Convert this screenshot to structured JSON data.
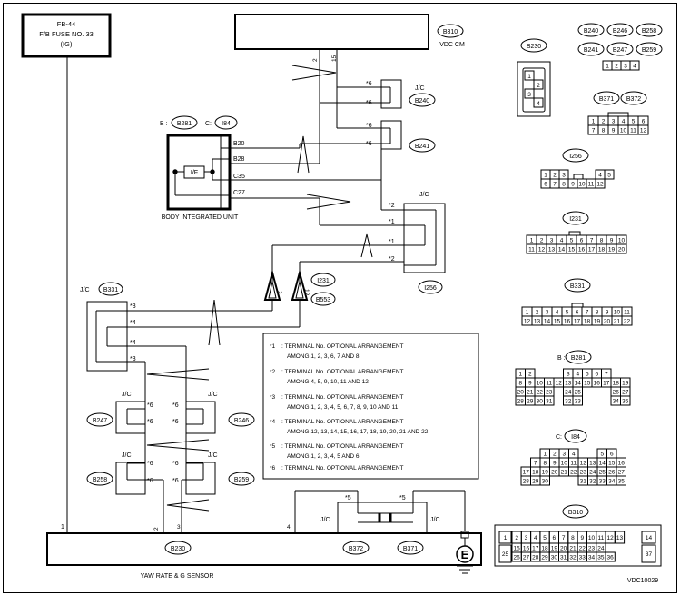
{
  "fuse_box": {
    "line1": "FB-44",
    "line2": "F/B FUSE NO. 33",
    "line3": "(IG)"
  },
  "vdc_cm": {
    "code": "B310",
    "label": "VDC CM",
    "pin_a": "2",
    "pin_b": "15"
  },
  "jc_b240": {
    "label": "J/C",
    "code": "B240",
    "mark": "*6"
  },
  "jc_b241": {
    "code": "B241",
    "mark": "*6"
  },
  "biu": {
    "code_b": "B281",
    "code_c": "I84",
    "prefix_b": "B :",
    "prefix_c": "C:",
    "label": "BODY INTEGRATED UNIT",
    "if_label": "I/F",
    "terminals": [
      "B20",
      "B28",
      "C35",
      "C27"
    ]
  },
  "jc_i256": {
    "label": "J/C",
    "code": "I256",
    "marks": [
      "*2",
      "*1",
      "*1",
      "*2"
    ]
  },
  "connectors_mid": {
    "i231": "I231",
    "b553": "B553",
    "pin2": "2",
    "pin12": "12"
  },
  "jc_b331": {
    "label": "J/C",
    "code": "B331",
    "marks": [
      "*3",
      "*4",
      "*4",
      "*3"
    ]
  },
  "jc_small": [
    {
      "label": "J/C",
      "code": "B247",
      "mark": "*6"
    },
    {
      "label": "J/C",
      "code": "B246",
      "mark": "*6"
    },
    {
      "label": "J/C",
      "code": "B258",
      "mark": "*6"
    },
    {
      "label": "J/C",
      "code": "B259",
      "mark": "*6"
    }
  ],
  "sensor": {
    "code": "B230",
    "label": "YAW RATE & G SENSOR",
    "pins": [
      "1",
      "2",
      "3",
      "4"
    ]
  },
  "jc_bottom": {
    "label": "J/C",
    "left_code": "B372",
    "right_code": "B371",
    "mark": "*5"
  },
  "ground": {
    "symbol": "E"
  },
  "legend": [
    {
      "mark": "*1",
      "lines": [
        ": TERMINAL No. OPTIONAL ARRANGEMENT",
        "AMONG 1, 2, 3, 6, 7 AND 8"
      ]
    },
    {
      "mark": "*2",
      "lines": [
        ": TERMINAL No. OPTIONAL ARRANGEMENT",
        "AMONG 4, 5, 9, 10, 11 AND 12"
      ]
    },
    {
      "mark": "*3",
      "lines": [
        ": TERMINAL No. OPTIONAL ARRANGEMENT",
        "AMONG 1, 2, 3, 4, 5, 6, 7, 8, 9, 10 AND 11"
      ]
    },
    {
      "mark": "*4",
      "lines": [
        ": TERMINAL No. OPTIONAL ARRANGEMENT",
        "AMONG 12, 13, 14, 15, 16, 17, 18, 19, 20, 21 AND 22"
      ]
    },
    {
      "mark": "*5",
      "lines": [
        ": TERMINAL No. OPTIONAL ARRANGEMENT",
        "AMONG 1, 2, 3, 4, 5 AND 6"
      ]
    },
    {
      "mark": "*6",
      "lines": [
        ": TERMINAL No. OPTIONAL ARRANGEMENT"
      ]
    }
  ],
  "side_connectors": {
    "b230": {
      "code": "B230",
      "pins": [
        "1",
        "2",
        "3",
        "4"
      ]
    },
    "b240_group": {
      "codes": [
        "B240",
        "B246",
        "B258",
        "B241",
        "B247",
        "B259"
      ],
      "pins": [
        "1",
        "2",
        "3",
        "4"
      ]
    },
    "b371_group": {
      "codes": [
        "B371",
        "B372"
      ],
      "rows": [
        [
          "1",
          "2",
          "3",
          "4",
          "5",
          "6"
        ],
        [
          "7",
          "8",
          "9",
          "10",
          "11",
          "12"
        ]
      ]
    },
    "i256": {
      "code": "I256",
      "rows": [
        [
          "1",
          "2",
          "3",
          "4",
          "5"
        ],
        [
          "6",
          "7",
          "8",
          "9",
          "10",
          "11",
          "12"
        ]
      ]
    },
    "i231": {
      "code": "I231",
      "rows": [
        [
          "1",
          "2",
          "3",
          "4",
          "5",
          "6",
          "7",
          "8",
          "9",
          "10"
        ],
        [
          "11",
          "12",
          "13",
          "14",
          "15",
          "16",
          "17",
          "18",
          "19",
          "20"
        ]
      ]
    },
    "b331": {
      "code": "B331",
      "rows": [
        [
          "1",
          "2",
          "3",
          "4",
          "5",
          "6",
          "7",
          "8",
          "9",
          "10",
          "11"
        ],
        [
          "12",
          "13",
          "14",
          "15",
          "16",
          "17",
          "18",
          "19",
          "20",
          "21",
          "22"
        ]
      ]
    },
    "b281": {
      "prefix": "B :",
      "code": "B281",
      "rows": [
        [
          "1",
          "2",
          "3",
          "4",
          "5",
          "6",
          "7"
        ],
        [
          "8",
          "9",
          "10",
          "11",
          "12",
          "13",
          "14",
          "15",
          "16",
          "17",
          "18",
          "19"
        ],
        [
          "20",
          "21",
          "22",
          "23",
          "24",
          "25",
          "26",
          "27"
        ],
        [
          "28",
          "29",
          "30",
          "31",
          "32",
          "33",
          "34",
          "35"
        ]
      ]
    },
    "i84": {
      "prefix": "C:",
      "code": "I84",
      "rows": [
        [
          "1",
          "2",
          "3",
          "4",
          "5",
          "6"
        ],
        [
          "7",
          "8",
          "9",
          "10",
          "11",
          "12",
          "13",
          "14",
          "15",
          "16"
        ],
        [
          "17",
          "18",
          "19",
          "20",
          "21",
          "22",
          "23",
          "24",
          "25",
          "26",
          "27"
        ],
        [
          "28",
          "29",
          "30",
          "31",
          "32",
          "33",
          "34",
          "35"
        ]
      ]
    },
    "b310": {
      "code": "B310",
      "rows": [
        [
          "1",
          "2",
          "3",
          "4",
          "5",
          "6",
          "7",
          "8",
          "9",
          "10",
          "11",
          "12",
          "13",
          "14"
        ],
        [
          "15",
          "16",
          "17",
          "18",
          "19",
          "20",
          "21",
          "22",
          "23",
          "24"
        ],
        [
          "25",
          "26",
          "27",
          "28",
          "29",
          "30",
          "31",
          "32",
          "33",
          "34",
          "35",
          "36",
          "37"
        ]
      ]
    }
  },
  "figure_id": "VDC10029"
}
